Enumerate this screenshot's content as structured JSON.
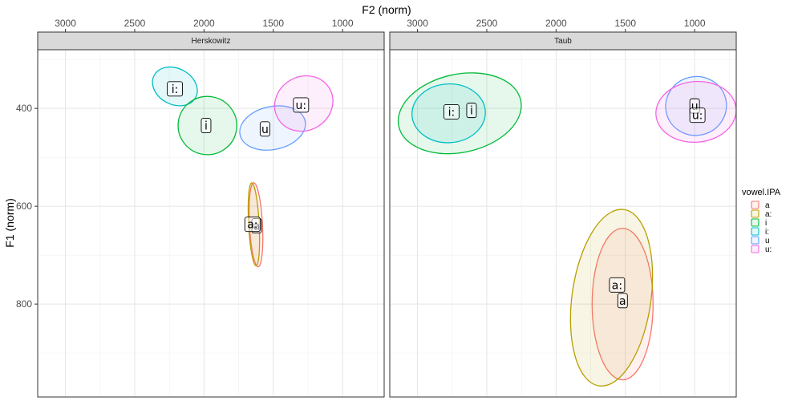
{
  "chart_data": {
    "type": "scatter",
    "xlabel": "F2 (norm)",
    "ylabel": "F1 (norm)",
    "x_reversed": true,
    "y_reversed": true,
    "xlim": [
      3200,
      700
    ],
    "ylim": [
      280,
      990
    ],
    "x_ticks": [
      3000,
      2500,
      2000,
      1500,
      1000
    ],
    "y_ticks": [
      400,
      600,
      800
    ],
    "x_tick_labels": [
      "3000",
      "2500",
      "2000",
      "1500",
      "1000"
    ],
    "y_tick_labels": [
      "400",
      "600",
      "800"
    ],
    "grid": true,
    "x_axis_position": "top",
    "legend": {
      "title": "vowel.IPA",
      "position": "right",
      "entries": [
        "a",
        "a:",
        "i",
        "i:",
        "u",
        "u:"
      ]
    },
    "colors": {
      "a": "#F8766D",
      "a:": "#B79F00",
      "i": "#00BA38",
      "i:": "#00BFC4",
      "u": "#619CFF",
      "u:": "#F564E3"
    },
    "panels": [
      {
        "label": "Herskowitz",
        "ellipses": [
          {
            "vowel": "i:",
            "cx": 2210,
            "cy": 355,
            "rx": 130,
            "ry": 48,
            "rot": -62
          },
          {
            "vowel": "i",
            "cx": 1975,
            "cy": 435,
            "rx": 210,
            "ry": 60,
            "rot": -82
          },
          {
            "vowel": "u",
            "cx": 1505,
            "cy": 440,
            "rx": 240,
            "ry": 44,
            "rot": -12
          },
          {
            "vowel": "u:",
            "cx": 1280,
            "cy": 390,
            "rx": 215,
            "ry": 55,
            "rot": -30
          },
          {
            "vowel": "a",
            "cx": 1625,
            "cy": 638,
            "rx": 47,
            "ry": 86,
            "rot": -3
          },
          {
            "vowel": "a:",
            "cx": 1640,
            "cy": 637,
            "rx": 38,
            "ry": 85,
            "rot": -3
          }
        ],
        "points": [
          {
            "vowel": "i:",
            "x": 2210,
            "y": 360
          },
          {
            "vowel": "i",
            "x": 1985,
            "y": 435
          },
          {
            "vowel": "u",
            "x": 1560,
            "y": 442
          },
          {
            "vowel": "u:",
            "x": 1300,
            "y": 393
          },
          {
            "vowel": "a",
            "x": 1620,
            "y": 640
          },
          {
            "vowel": "a:",
            "x": 1650,
            "y": 637
          }
        ]
      },
      {
        "label": "Taub",
        "ellipses": [
          {
            "vowel": "i",
            "cx": 2695,
            "cy": 410,
            "rx": 450,
            "ry": 80,
            "rot": -12
          },
          {
            "vowel": "i:",
            "cx": 2775,
            "cy": 410,
            "rx": 265,
            "ry": 60,
            "rot": -3
          },
          {
            "vowel": "u",
            "cx": 990,
            "cy": 395,
            "rx": 220,
            "ry": 60,
            "rot": -15
          },
          {
            "vowel": "u:",
            "cx": 990,
            "cy": 407,
            "rx": 290,
            "ry": 62,
            "rot": -5
          },
          {
            "vowel": "a",
            "cx": 1520,
            "cy": 800,
            "rx": 220,
            "ry": 155,
            "rot": 0
          },
          {
            "vowel": "a:",
            "cx": 1600,
            "cy": 787,
            "rx": 285,
            "ry": 182,
            "rot": 8
          }
        ],
        "points": [
          {
            "vowel": "i:",
            "x": 2755,
            "y": 407
          },
          {
            "vowel": "i",
            "x": 2610,
            "y": 404
          },
          {
            "vowel": "u",
            "x": 1000,
            "y": 395
          },
          {
            "vowel": "u:",
            "x": 980,
            "y": 414
          },
          {
            "vowel": "a:",
            "x": 1560,
            "y": 761
          },
          {
            "vowel": "a",
            "x": 1520,
            "y": 793
          }
        ]
      }
    ]
  }
}
